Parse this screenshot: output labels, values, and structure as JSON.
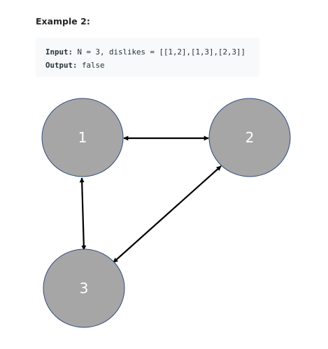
{
  "example": {
    "title": "Example 2:",
    "input_label": "Input:",
    "input_value": " N = 3, dislikes = [[1,2],[1,3],[2,3]]",
    "output_label": "Output:",
    "output_value": " false"
  },
  "graph": {
    "node_fill": "#a6a6a6",
    "node_stroke": "#2f4b7c",
    "edge_color": "#000000",
    "nodes": [
      {
        "id": "1",
        "label": "1"
      },
      {
        "id": "2",
        "label": "2"
      },
      {
        "id": "3",
        "label": "3"
      }
    ],
    "edges": [
      {
        "from": "1",
        "to": "2",
        "directed": "both"
      },
      {
        "from": "1",
        "to": "3",
        "directed": "both"
      },
      {
        "from": "2",
        "to": "3",
        "directed": "both"
      }
    ]
  }
}
